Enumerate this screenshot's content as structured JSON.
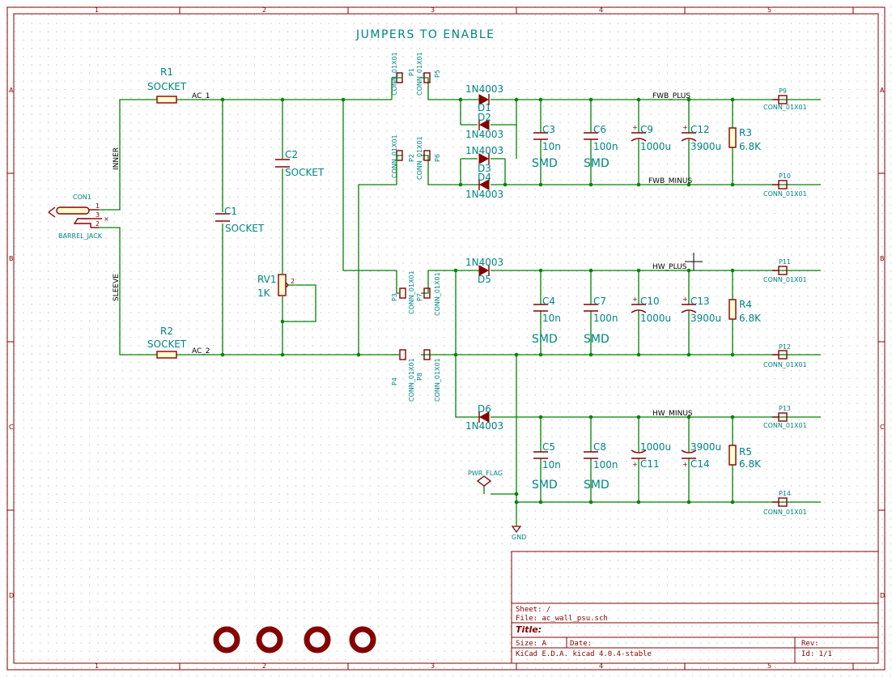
{
  "title_text": "JUMPERS TO ENABLE",
  "ruler": {
    "cols": [
      "1",
      "2",
      "3",
      "4",
      "5"
    ],
    "rows": [
      "A",
      "B",
      "C",
      "D"
    ]
  },
  "components": {
    "r1": {
      "ref": "R1",
      "value": "SOCKET"
    },
    "r2": {
      "ref": "R2",
      "value": "SOCKET"
    },
    "c1": {
      "ref": "C1",
      "value": "SOCKET"
    },
    "c2": {
      "ref": "C2",
      "value": "SOCKET"
    },
    "rv1": {
      "ref": "RV1",
      "value": "1K"
    },
    "con1": {
      "ref": "CON1",
      "value": "BARREL_JACK",
      "pins": [
        "1",
        "3",
        "2"
      ]
    },
    "d1": {
      "ref": "D1",
      "value": "1N4003"
    },
    "d2": {
      "ref": "D2",
      "value": "1N4003"
    },
    "d3": {
      "ref": "D3",
      "value": "1N4003"
    },
    "d4": {
      "ref": "D4",
      "value": "1N4003"
    },
    "d5": {
      "ref": "D5",
      "value": "1N4003"
    },
    "d6": {
      "ref": "D6",
      "value": "1N4003"
    },
    "c3": {
      "ref": "C3",
      "value": "10n",
      "extra": "SMD"
    },
    "c4": {
      "ref": "C4",
      "value": "10n",
      "extra": "SMD"
    },
    "c5": {
      "ref": "C5",
      "value": "10n",
      "extra": "SMD"
    },
    "c6": {
      "ref": "C6",
      "value": "100n",
      "extra": "SMD"
    },
    "c7": {
      "ref": "C7",
      "value": "100n",
      "extra": "SMD"
    },
    "c8": {
      "ref": "C8",
      "value": "100n",
      "extra": "SMD"
    },
    "c9": {
      "ref": "C9",
      "value": "1000u"
    },
    "c10": {
      "ref": "C10",
      "value": "1000u"
    },
    "c11": {
      "ref": "C11",
      "value": "1000u"
    },
    "c12": {
      "ref": "C12",
      "value": "3900u"
    },
    "c13": {
      "ref": "C13",
      "value": "3900u"
    },
    "c14": {
      "ref": "C14",
      "value": "3900u"
    },
    "r3": {
      "ref": "R3",
      "value": "6.8K"
    },
    "r4": {
      "ref": "R4",
      "value": "6.8K"
    },
    "r5": {
      "ref": "R5",
      "value": "6.8K"
    },
    "p1": {
      "ref": "P1",
      "value": "CONN_01X01"
    },
    "p2": {
      "ref": "P2",
      "value": "CONN_01X01"
    },
    "p3": {
      "ref": "P3",
      "value": "CONN_01X01"
    },
    "p4": {
      "ref": "P4",
      "value": "CONN_01X01"
    },
    "p5": {
      "ref": "P5",
      "value": "CONN_01X01"
    },
    "p6": {
      "ref": "P6",
      "value": "CONN_01X01"
    },
    "p7": {
      "ref": "P7",
      "value": "CONN_01X01"
    },
    "p8": {
      "ref": "P8",
      "value": "CONN_01X01"
    },
    "p9": {
      "ref": "P9",
      "value": "CONN_01X01"
    },
    "p10": {
      "ref": "P10",
      "value": "CONN_01X01"
    },
    "p11": {
      "ref": "P11",
      "value": "CONN_01X01"
    },
    "p12": {
      "ref": "P12",
      "value": "CONN_01X01"
    },
    "p13": {
      "ref": "P13",
      "value": "CONN_01X01"
    },
    "p14": {
      "ref": "P14",
      "value": "CONN_01X01"
    },
    "pwr_flag": {
      "value": "PWR_FLAG"
    },
    "gnd": {
      "value": "GND"
    }
  },
  "nets": {
    "ac1": "AC_1",
    "ac2": "AC_2",
    "inner": "INNER",
    "sleeve": "SLEEVE",
    "fwb_plus": "FWB_PLUS",
    "fwb_minus": "FWB_MINUS",
    "hw_plus": "HW_PLUS",
    "hw_minus": "HW_MINUS"
  },
  "title_block": {
    "sheet": "Sheet: /",
    "file": "File: ac_wall_psu.sch",
    "title": "Title:",
    "size": "Size: A",
    "date": "Date:",
    "rev": "Rev:",
    "kicad": "KiCad E.D.A.  kicad 4.0.4-stable",
    "id": "Id: 1/1"
  },
  "colors": {
    "wire": "#008400",
    "component": "#840000",
    "label": "#008484",
    "frame": "#840000"
  }
}
